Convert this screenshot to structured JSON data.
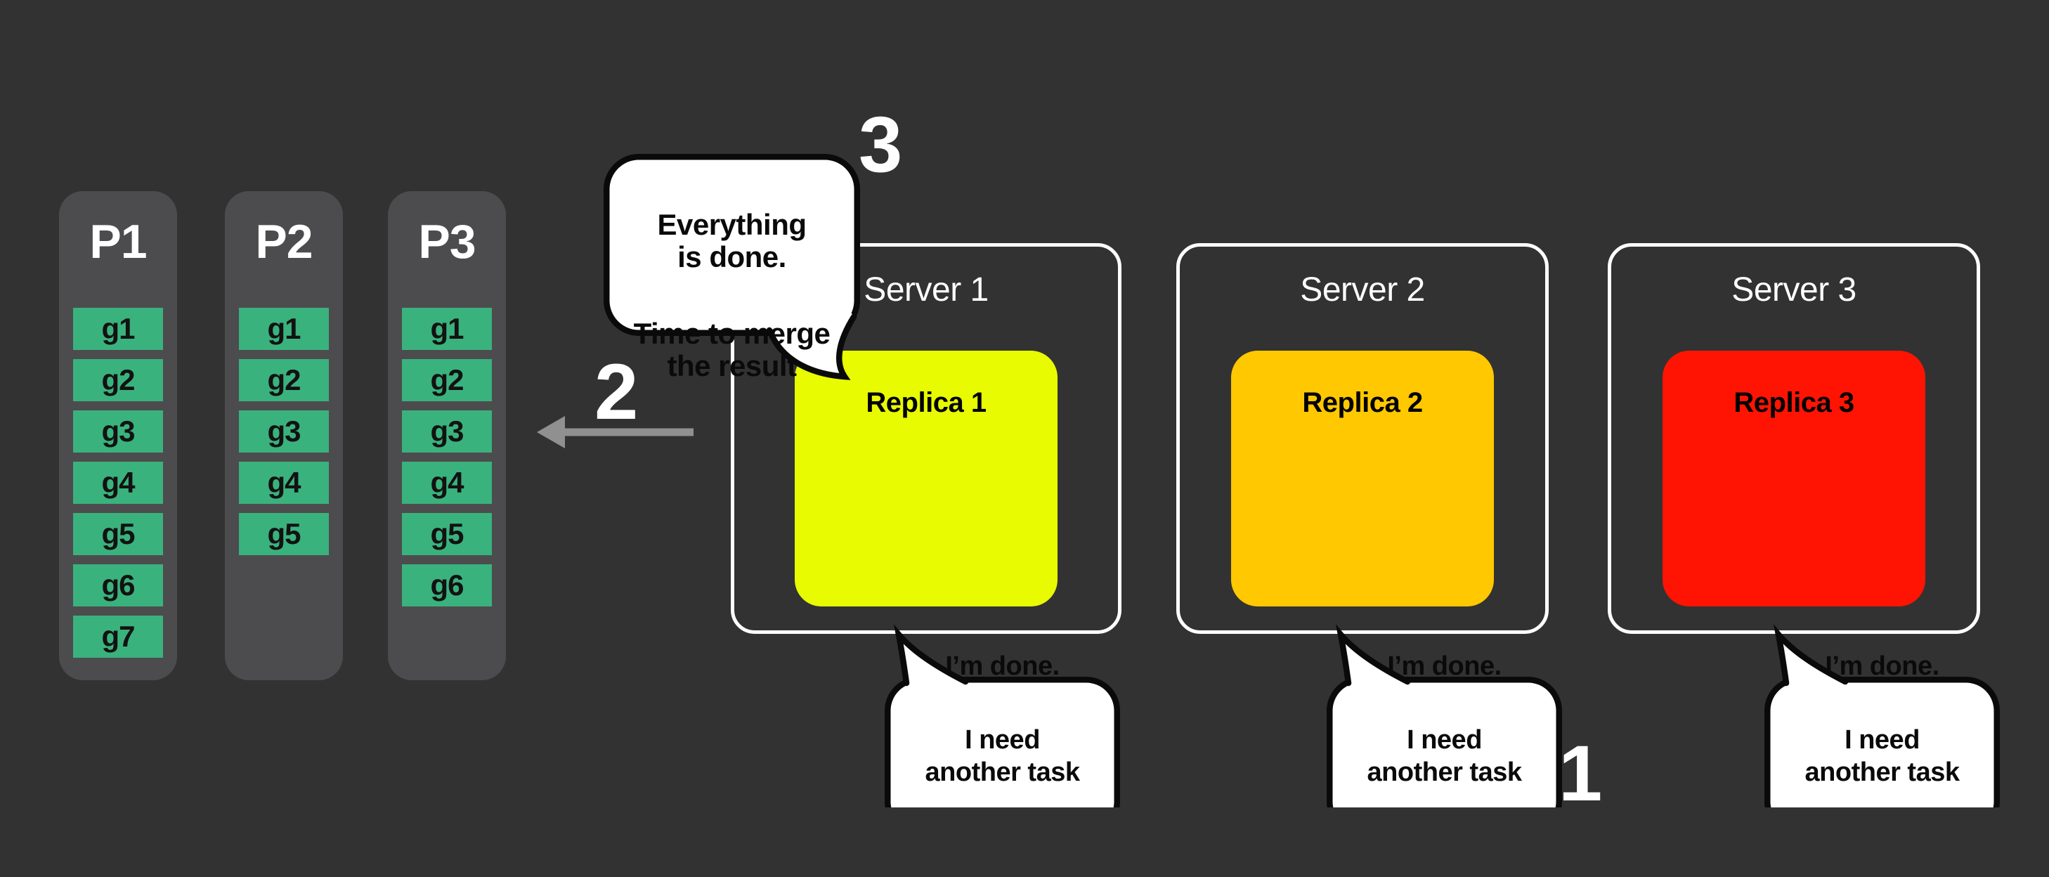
{
  "palette": {
    "background": "#323232",
    "panel_gray": "#4C4C4E",
    "task_green": "#3AB27D",
    "arrow_gray": "#909090",
    "bubble_white": "#FFFFFF",
    "outline_black": "#0A0A0A"
  },
  "partitions": {
    "items": [
      {
        "name": "P1",
        "tasks": [
          "g1",
          "g2",
          "g3",
          "g4",
          "g5",
          "g6",
          "g7"
        ]
      },
      {
        "name": "P2",
        "tasks": [
          "g1",
          "g2",
          "g3",
          "g4",
          "g5"
        ]
      },
      {
        "name": "P3",
        "tasks": [
          "g1",
          "g2",
          "g3",
          "g4",
          "g5",
          "g6"
        ]
      }
    ]
  },
  "servers": [
    {
      "name": "Server 1",
      "replica": "Replica 1",
      "replica_color": "#E8FB00"
    },
    {
      "name": "Server 2",
      "replica": "Replica 2",
      "replica_color": "#FFC800"
    },
    {
      "name": "Server 3",
      "replica": "Replica 3",
      "replica_color": "#FF1403"
    }
  ],
  "steps": {
    "one": "1",
    "two": "2",
    "three": "3"
  },
  "bubbles": {
    "merge_line1": "Everything\nis done.",
    "merge_line2": "Time to merge\nthe result",
    "done_line1": "I’m done.",
    "done_line2": "I need\nanother task"
  }
}
